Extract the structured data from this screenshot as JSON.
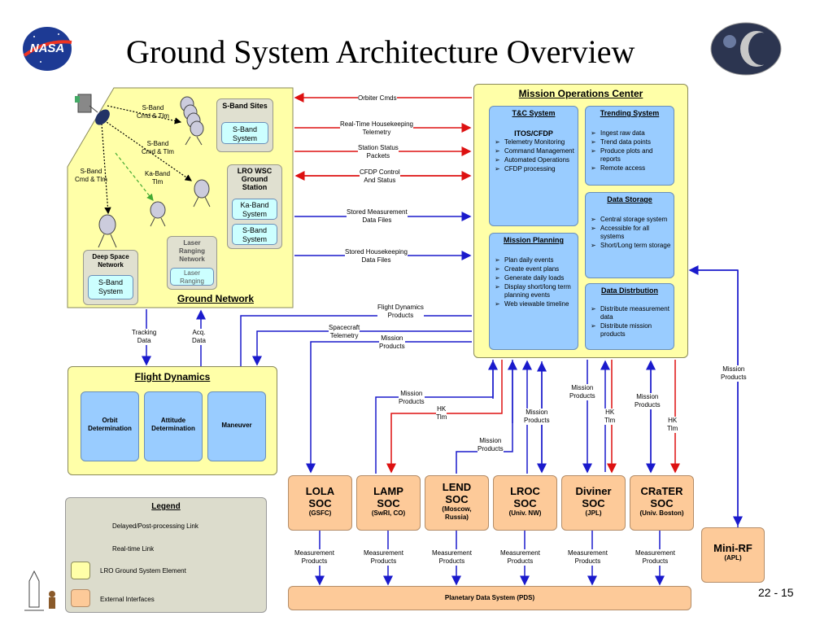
{
  "title": "Ground System Architecture Overview",
  "page_number": "22 - 15",
  "ground_network": {
    "label": "Ground Network",
    "sband_sites": {
      "title": "S-Band Sites",
      "system": "S-Band\nSystem"
    },
    "lro_wsc": {
      "title": "LRO WSC\nGround\nStation",
      "ka": "Ka-Band\nSystem",
      "s": "S-Band\nSystem"
    },
    "laser": {
      "title": "Laser\nRanging\nNetwork",
      "sub": "Laser\nRanging"
    },
    "dsn": {
      "title": "Deep Space\nNetwork",
      "system": "S-Band\nSystem"
    },
    "links": {
      "sband_cmd1": "S-Band\nCmd & Tlm",
      "sband_cmd2": "S-Band\nCmd & Tlm",
      "sband_cmd3": "S-Band\nCmd & Tlm",
      "ka_tlm": "Ka-Band\nTlm"
    }
  },
  "moc": {
    "title": "Mission Operations Center",
    "tc": {
      "title": "T&C System",
      "sub": "ITOS/CFDP",
      "items": [
        "Telemetry Monitoring",
        "Command Management",
        "Automated Operations",
        "CFDP processing"
      ]
    },
    "trending": {
      "title": "Trending System",
      "items": [
        "Ingest raw data",
        "Trend data points",
        "Produce plots and reports",
        "Remote access"
      ]
    },
    "storage": {
      "title": "Data Storage",
      "items": [
        "Central storage system",
        "Accessible for all systems",
        "Short/Long term storage"
      ]
    },
    "planning": {
      "title": "Mission Planning",
      "items": [
        "Plan daily events",
        "Create event plans",
        "Generate daily loads",
        "Display short/long term planning events",
        "Web viewable timeline"
      ]
    },
    "distribution": {
      "title": "Data Distrbution",
      "items": [
        "Distribute measurement data",
        "Distribute mission products"
      ]
    }
  },
  "flows": {
    "orbiter_cmds": "Orbiter Cmds",
    "rt_hk": "Real-Time Housekeeping\nTelemetry",
    "station_status": "Station Status\nPackets",
    "cfdp": "CFDP Control\nAnd Status",
    "stored_meas": "Stored Measurement\nData Files",
    "stored_hk": "Stored Housekeeping\nData Files",
    "fd_products": "Flight Dynamics\nProducts",
    "sc_telemetry": "Spacecraft\nTelemetry",
    "mission_products_1": "Mission\nProducts",
    "tracking": "Tracking\nData",
    "acq": "Acq.\nData",
    "mp_lamp": "Mission\nProducts",
    "hk_lamp": "HK\nTlm",
    "mp_lend": "Mission\nProducts",
    "mp_lroc": "Mission\nProducts",
    "mp_diviner": "Mission\nProducts",
    "hk_diviner": "HK\nTlm",
    "mp_crater": "Mission\nProducts",
    "hk_crater": "HK\nTlm",
    "mp_minirf": "Mission\nProducts"
  },
  "flight_dynamics": {
    "title": "Flight Dynamics",
    "boxes": [
      "Orbit\nDetermination",
      "Attitude\nDetermination",
      "Maneuver"
    ]
  },
  "socs": [
    {
      "name": "LOLA\nSOC",
      "org": "(GSFC)"
    },
    {
      "name": "LAMP\nSOC",
      "org": "(SwRI, CO)"
    },
    {
      "name": "LEND\nSOC",
      "org": "(Moscow,\nRussia)"
    },
    {
      "name": "LROC\nSOC",
      "org": "(Univ. NW)"
    },
    {
      "name": "Diviner\nSOC",
      "org": "(JPL)"
    },
    {
      "name": "CRaTER\nSOC",
      "org": "(Univ. Boston)"
    }
  ],
  "measurement_products": "Measurement\nProducts",
  "minirf": {
    "name": "Mini-RF",
    "org": "(APL)"
  },
  "pds": "Planetary Data System (PDS)",
  "legend": {
    "title": "Legend",
    "items": [
      "Delayed/Post-processing Link",
      "Real-time Link",
      "LRO Ground System Element",
      "External Interfaces"
    ]
  },
  "logo_text": "NASA"
}
